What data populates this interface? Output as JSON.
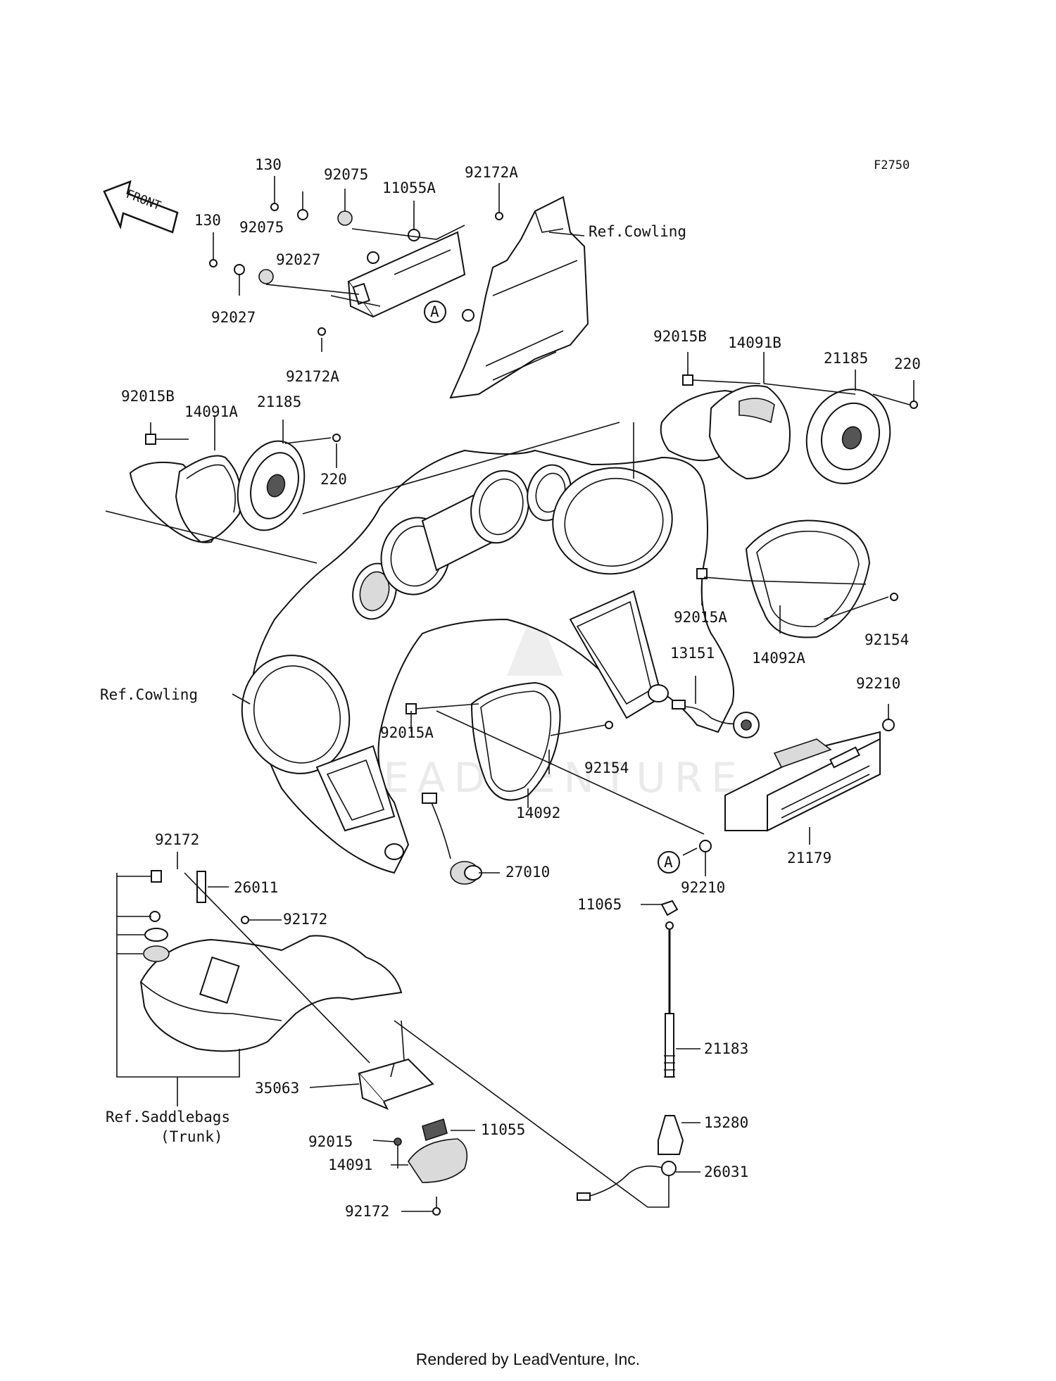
{
  "diagram_code": "F2750",
  "front_arrow_label": "FRONT",
  "callout_letter": "A",
  "references": {
    "cowling_top": "Ref.Cowling",
    "cowling_left": "Ref.Cowling",
    "saddlebags_line1": "Ref.Saddlebags",
    "saddlebags_line2": "(Trunk)"
  },
  "part_labels": {
    "p130_a": "130",
    "p130_b": "130",
    "p92075_a": "92075",
    "p92075_b": "92075",
    "p11055A": "11055A",
    "p92172A_a": "92172A",
    "p92172A_b": "92172A",
    "p92027_a": "92027",
    "p92027_b": "92027",
    "p92015B_a": "92015B",
    "p14091B": "14091B",
    "p21185_a": "21185",
    "p220_a": "220",
    "p92015B_b": "92015B",
    "p14091A": "14091A",
    "p21185_b": "21185",
    "p220_b": "220",
    "p92015A_a": "92015A",
    "p92154_a": "92154",
    "p14092A": "14092A",
    "p13151": "13151",
    "p92210_a": "92210",
    "p92015A_b": "92015A",
    "p92154_b": "92154",
    "p14092": "14092",
    "p21179": "21179",
    "p92210_b": "92210",
    "p27010": "27010",
    "p92172_a": "92172",
    "p26011": "26011",
    "p92172_b": "92172",
    "p11065": "11065",
    "p21183": "21183",
    "p13280": "13280",
    "p35063": "35063",
    "p11055": "11055",
    "p92015": "92015",
    "p14091": "14091",
    "p26031": "26031",
    "p92172_c": "92172"
  },
  "watermark": "LEADVENTURE",
  "footer": "Rendered by LeadVenture, Inc."
}
